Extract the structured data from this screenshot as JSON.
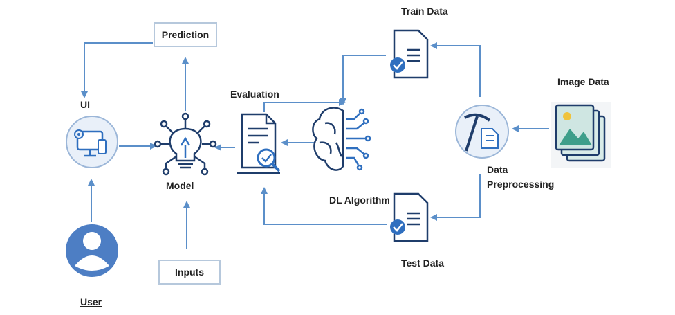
{
  "labels": {
    "train_data": "Train Data",
    "prediction": "Prediction",
    "image_data": "Image Data",
    "ui": "UI",
    "evaluation": "Evaluation",
    "model": "Model",
    "data_preprocessing_line1": "Data",
    "data_preprocessing_line2": "Preprocessing",
    "dl_algorithm": "DL Algorithm",
    "inputs": "Inputs",
    "test_data": "Test Data",
    "user": "User"
  },
  "colors": {
    "arrow": "#5b8fc9",
    "icon_dark": "#1f3d6b",
    "icon_blue": "#2f6fbf",
    "circle_fill": "#e9f0f9",
    "user_fill": "#4d7ec4",
    "image_bg": "#d9ece9"
  }
}
